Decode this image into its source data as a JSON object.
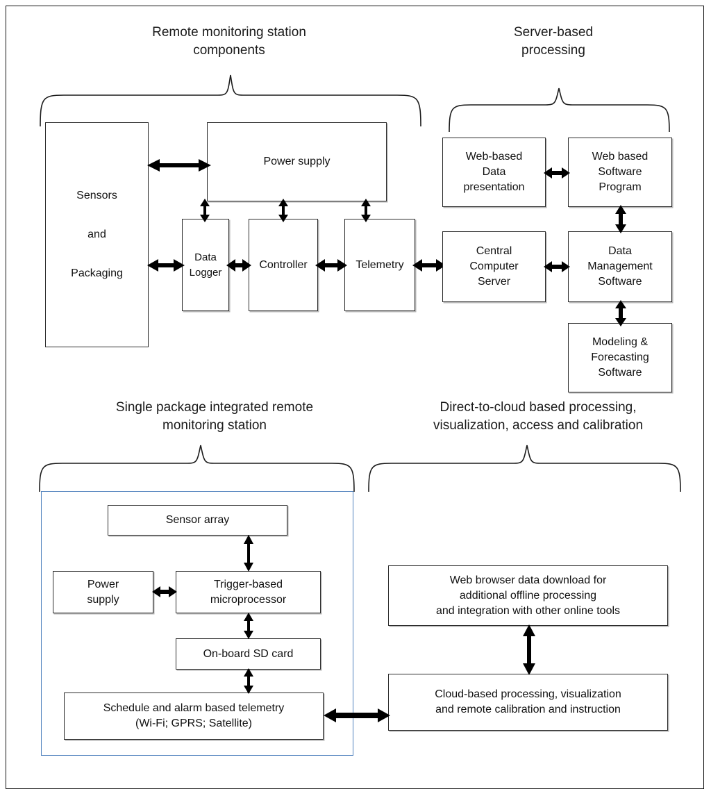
{
  "figure": {
    "sections": [
      {
        "id": "remote-monitoring-station-components",
        "title": "Remote monitoring station\ncomponents"
      },
      {
        "id": "server-based-processing",
        "title": "Server-based\nprocessing"
      },
      {
        "id": "single-package-integrated-remote-monitoring-station",
        "title": "Single package integrated remote\nmonitoring station"
      },
      {
        "id": "direct-to-cloud-based-processing",
        "title": "Direct-to-cloud based processing,\nvisualization, access and calibration"
      }
    ],
    "nodes": {
      "sensors_line1": "Sensors",
      "sensors_line2": "and",
      "sensors_line3": "Packaging",
      "power_supply": "Power supply",
      "data_logger": "Data\nLogger",
      "controller": "Controller",
      "telemetry": "Telemetry",
      "web_based_data_presentation": "Web-based\nData\npresentation",
      "web_based_software_program": "Web based\nSoftware\nProgram",
      "central_computer_server": "Central\nComputer\nServer",
      "data_management_software": "Data\nManagement\nSoftware",
      "modeling_forecasting_software": "Modeling &\nForecasting\nSoftware",
      "sensor_array": "Sensor array",
      "package_power_supply": "Power\nsupply",
      "trigger_based_microprocessor": "Trigger-based\nmicroprocessor",
      "on_board_sd_card": "On-board SD card",
      "schedule_alarm_telemetry": "Schedule and alarm based telemetry\n(Wi-Fi; GPRS; Satellite)",
      "web_browser_data_download": "Web browser data download for\nadditional offline processing\nand integration with other online tools",
      "cloud_based_processing": "Cloud-based processing, visualization\nand remote calibration and instruction"
    },
    "colors": {
      "stroke": "#2b2b2b",
      "package_border": "#4f81bd",
      "arrow": "#000000",
      "frame": "#111111",
      "background": "#ffffff"
    },
    "connections": [
      {
        "from": "sensors",
        "to": "power_supply",
        "type": "double-arrow-horizontal"
      },
      {
        "from": "sensors",
        "to": "data_logger",
        "type": "double-arrow-horizontal"
      },
      {
        "from": "power_supply",
        "to": "data_logger",
        "type": "double-arrow-vertical"
      },
      {
        "from": "power_supply",
        "to": "controller",
        "type": "double-arrow-vertical"
      },
      {
        "from": "power_supply",
        "to": "telemetry",
        "type": "double-arrow-vertical"
      },
      {
        "from": "data_logger",
        "to": "controller",
        "type": "double-arrow-horizontal"
      },
      {
        "from": "controller",
        "to": "telemetry",
        "type": "double-arrow-horizontal"
      },
      {
        "from": "telemetry",
        "to": "central_computer_server",
        "type": "double-arrow-horizontal"
      },
      {
        "from": "web_based_data_presentation",
        "to": "web_based_software_program",
        "type": "double-arrow-horizontal"
      },
      {
        "from": "web_based_software_program",
        "to": "data_management_software",
        "type": "double-arrow-vertical"
      },
      {
        "from": "central_computer_server",
        "to": "data_management_software",
        "type": "double-arrow-horizontal"
      },
      {
        "from": "data_management_software",
        "to": "modeling_forecasting_software",
        "type": "double-arrow-vertical"
      },
      {
        "from": "sensor_array",
        "to": "trigger_based_microprocessor",
        "type": "double-arrow-vertical"
      },
      {
        "from": "package_power_supply",
        "to": "trigger_based_microprocessor",
        "type": "double-arrow-horizontal"
      },
      {
        "from": "trigger_based_microprocessor",
        "to": "on_board_sd_card",
        "type": "double-arrow-vertical"
      },
      {
        "from": "on_board_sd_card",
        "to": "schedule_alarm_telemetry",
        "type": "double-arrow-vertical"
      },
      {
        "from": "schedule_alarm_telemetry",
        "to": "cloud_based_processing",
        "type": "double-arrow-horizontal"
      },
      {
        "from": "web_browser_data_download",
        "to": "cloud_based_processing",
        "type": "double-arrow-vertical"
      }
    ]
  }
}
